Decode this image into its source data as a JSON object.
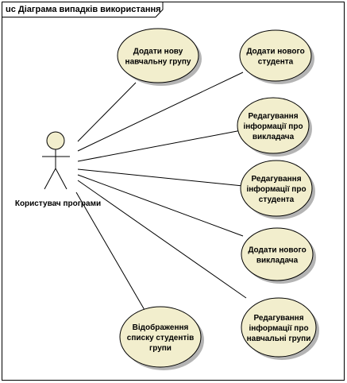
{
  "frame": {
    "title": "uc Діаграма випадків використання"
  },
  "actor": {
    "name": "Користувач програми"
  },
  "use_cases": [
    {
      "id": "add-group",
      "lines": [
        "Додати нову",
        "навчальну групу"
      ]
    },
    {
      "id": "add-student",
      "lines": [
        "Додати нового",
        "студента"
      ]
    },
    {
      "id": "edit-teacher",
      "lines": [
        "Редагування",
        "інформації про",
        "викладача"
      ]
    },
    {
      "id": "edit-student",
      "lines": [
        "Редагування",
        "інформації про",
        "студента"
      ]
    },
    {
      "id": "add-teacher",
      "lines": [
        "Додати нового",
        "викладача"
      ]
    },
    {
      "id": "show-students",
      "lines": [
        "Відображення",
        "списку студентів",
        "групи"
      ]
    },
    {
      "id": "edit-group",
      "lines": [
        "Редагування",
        "інформації про",
        "навчальні групи"
      ]
    }
  ],
  "colors": {
    "use_case_fill": "#f2eecd",
    "use_case_stroke": "#000000",
    "shadow": "#b4b4b4",
    "actor_fill": "#f2eecd",
    "frame_stroke": "#000000"
  }
}
